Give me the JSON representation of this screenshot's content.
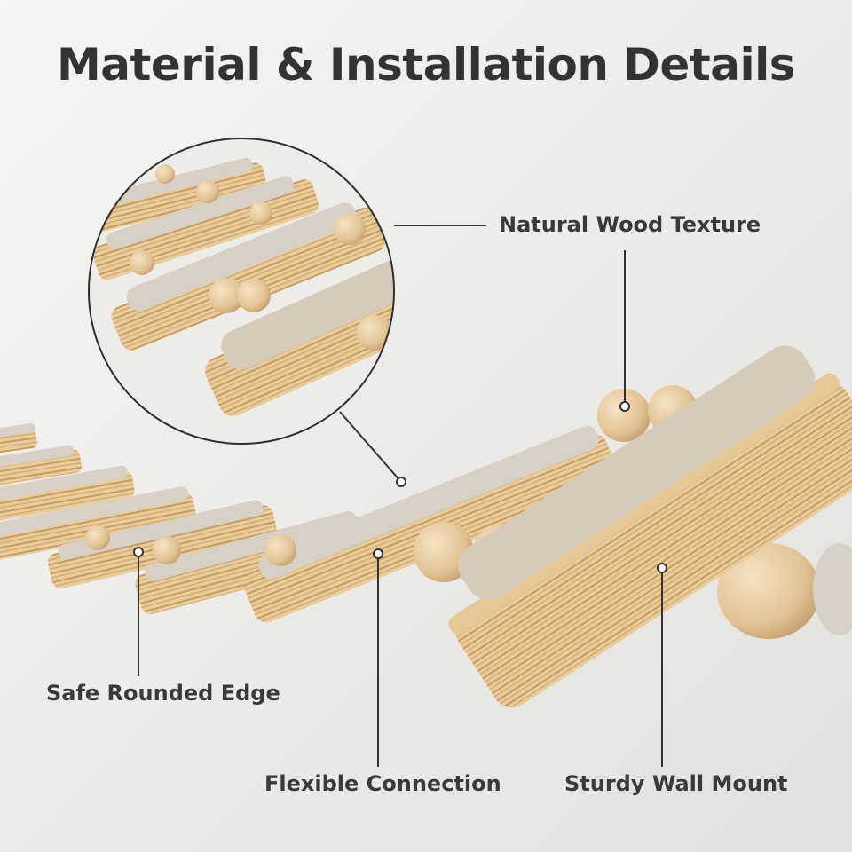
{
  "title": "Material & Installation Details",
  "callouts": {
    "wood": "Natural Wood Texture",
    "edge": "Safe Rounded Edge",
    "flex": "Flexible Connection",
    "mount": "Sturdy Wall Mount"
  },
  "colors": {
    "background": "#eeece8",
    "wood": "#e6c896",
    "wood_dark": "#b88a55",
    "felt": "#d8d0c4",
    "bead": "#e8cfa8",
    "text": "#333333",
    "line": "#333333"
  }
}
